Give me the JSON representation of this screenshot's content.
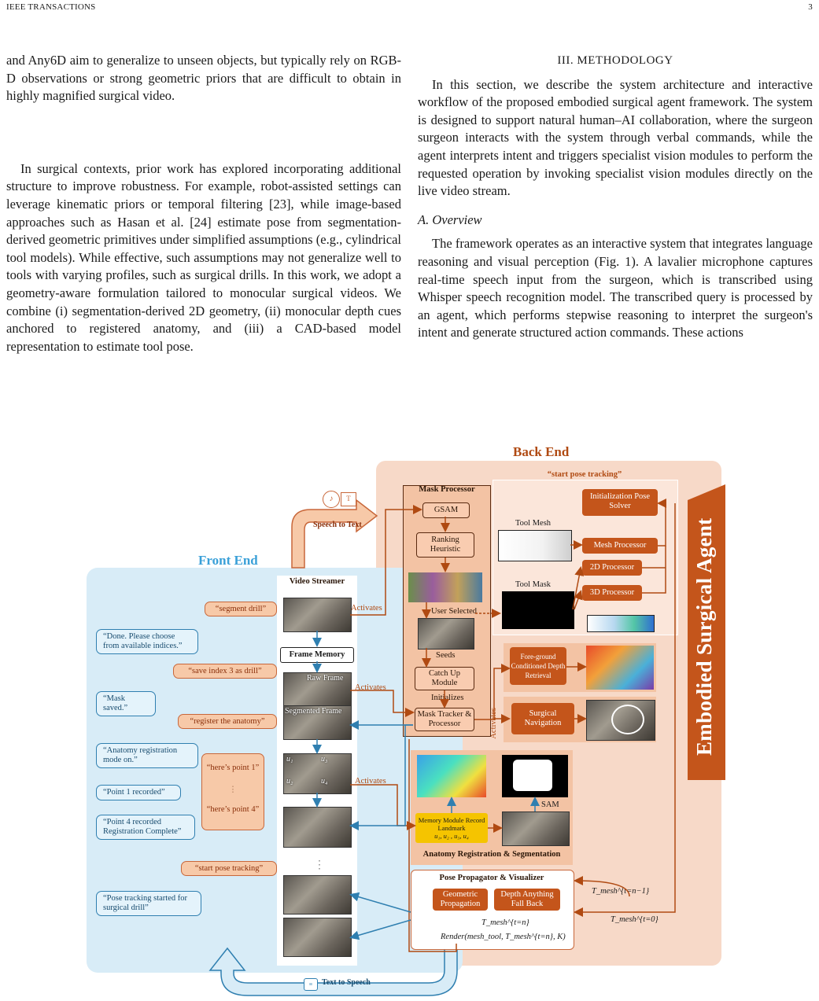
{
  "header": {
    "left": "IEEE TRANSACTIONS",
    "page_number": "3"
  },
  "left_column": {
    "para1": "and Any6D aim to generalize to unseen objects, but typically rely on RGB-D observations or strong geometric priors that are difficult to obtain in highly magnified surgical video.",
    "para2": "In surgical contexts, prior work has explored incorporating additional structure to improve robustness. For example, robot-assisted settings can leverage kinematic priors or temporal filtering [23], while image-based approaches such as Hasan et al. [24] estimate pose from segmentation-derived geometric primitives under simplified assumptions (e.g., cylindrical tool models). While effective, such assumptions may not generalize well to tools with varying profiles, such as surgical drills. In this work, we adopt a geometry-aware formulation tailored to monocular surgical videos. We combine (i) segmentation-derived 2D geometry, (ii) monocular depth cues anchored to registered anatomy, and (iii) a CAD-based model representation to estimate tool pose."
  },
  "right_column": {
    "section_title": "III. METHODOLOGY",
    "para1": "In this section, we describe the system architecture and interactive workflow of the proposed embodied surgical agent framework. The system is designed to support natural human–AI collaboration, where the surgeon surgeon interacts with the system through verbal commands, while the agent interprets intent and triggers specialist vision modules to perform the requested operation by invoking specialist vision modules directly on the live video stream.",
    "subsection_title": "A. Overview",
    "para2": "The framework operates as an interactive system that integrates language reasoning and visual perception (Fig. 1). A lavalier microphone captures real-time speech input from the surgeon, which is transcribed using Whisper speech recognition model. The transcribed query is processed by an agent, which performs stepwise reasoning to interpret the surgeon's intent and generate structured action commands. These actions"
  },
  "figure": {
    "front_end_label": "Front End",
    "back_end_label": "Back End",
    "embodied_agent_label": "Embodied Surgical Agent",
    "speech_to_text": "Speech to Text",
    "text_to_speech": "Text to Speech",
    "video_streamer": "Video Streamer",
    "frame_memory": "Frame Memory",
    "raw_frame": "Raw Frame",
    "segmented_frame": "Segmented Frame",
    "user_bubbles": [
      "“segment drill”",
      "“save index 3 as drill”",
      "“register the anatomy”",
      "“here’s point 1”",
      "“here’s point 4”",
      "“start pose tracking”"
    ],
    "agent_bubbles": [
      "“Done. Please choose from available indices.”",
      "“Mask saved.”",
      "“Anatomy registration mode on.”",
      "“Point 1 recorded”",
      "“Point 4 recorded Registration Complete”",
      "“Pose tracking started for surgical drill”"
    ],
    "activates": "Activates",
    "landmarks": {
      "u1": "u₁",
      "u2": "u₂",
      "u3": "u₃",
      "u4": "u₄"
    },
    "mask_processor": {
      "title": "Mask Processor",
      "gsam": "GSAM",
      "ranking": "Ranking Heuristic",
      "user_selected": "User Selected",
      "seeds": "Seeds",
      "catch_up": "Catch Up Module",
      "initializes": "Initializes",
      "mask_tracker": "Mask Tracker & Processor"
    },
    "pose_tracking": {
      "title": "“start pose tracking”",
      "init_pose": "Initialization Pose Solver",
      "tool_mesh": "Tool Mesh",
      "tool_mask": "Tool Mask",
      "mesh_processor": "Mesh Processor",
      "proc_2d": "2D Processor",
      "proc_3d": "3D Processor"
    },
    "foreground_depth": "Fore-ground Conditioned Depth Retrieval",
    "surgical_navigation": "Surgical Navigation",
    "anatomy": {
      "title": "Anatomy Registration & Segmentation",
      "memory_module": "Memory Module Record Landmark",
      "memory_landmarks": "u₁, u₂ , u₃, u₄",
      "sam": "SAM"
    },
    "pose_propagator": {
      "title": "Pose Propagator & Visualizer",
      "geometric": "Geometric Propagation",
      "depth_anything": "Depth Anything Fall Back",
      "t_mesh_n": "T_mesh^{t=n}",
      "render": "Render(mesh_tool, T_mesh^{t=n}, K)",
      "t_prev": "T_mesh^{t=n−1}",
      "t_zero": "T_mesh^{t=0}"
    },
    "colors": {
      "front_end_bg": "#d8ecf7",
      "back_end_bg": "#f7d9c8",
      "accent_orange": "#c4551b",
      "accent_blue": "#2f7fb0"
    },
    "icons": [
      "speech-icon",
      "text-doc-icon",
      "speaker-icon",
      "dots-icon"
    ]
  }
}
